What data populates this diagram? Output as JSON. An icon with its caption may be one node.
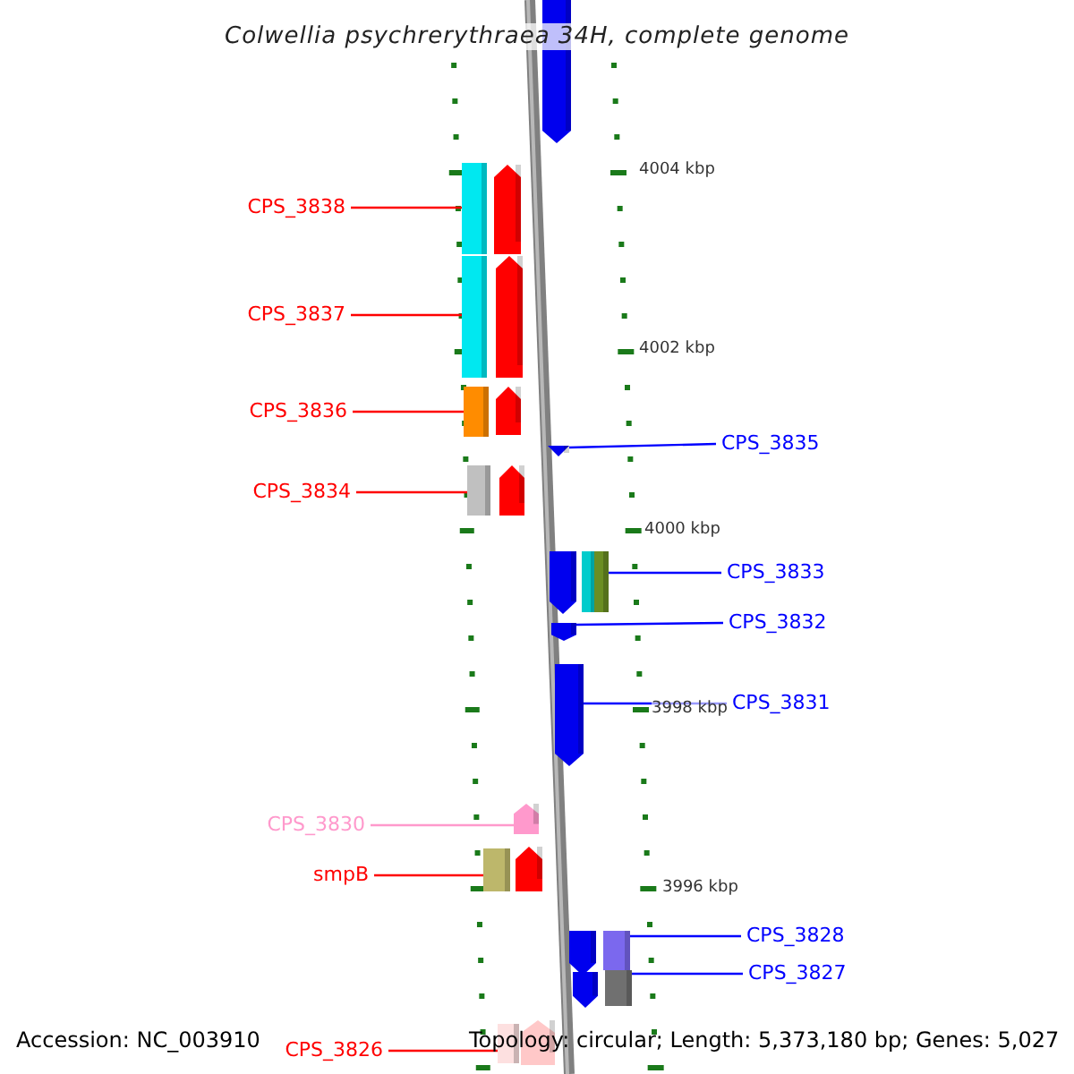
{
  "diagram": {
    "title": "Colwellia psychrerythraea 34H, complete genome",
    "nodes": [
      {
        "text": [],
        "shape": "bar"
      },
      {
        "text": [
          "CPS_3838"
        ]
      },
      {
        "text": [],
        "shape": "bar"
      },
      {
        "text": [
          "CPS_3837"
        ]
      },
      {
        "text": [],
        "shape": "bar"
      },
      {
        "text": [
          "CPS_3836"
        ]
      },
      {
        "text": [],
        "shape": "bar"
      },
      {
        "text": [],
        "shape": "bar"
      },
      {
        "text": [
          "CPS_3835"
        ]
      },
      {
        "text": [
          "CPS_3834"
        ]
      },
      {
        "text": [],
        "shape": "bar"
      },
      {
        "text": [],
        "shape": "bar"
      },
      {
        "text": [
          "CPS_3833"
        ]
      },
      {
        "text": [],
        "shape": "bar"
      },
      {
        "text": [
          "CPS_3832"
        ]
      },
      {
        "text": [],
        "shape": "bar"
      },
      {
        "text": [
          "CPS_3831"
        ]
      },
      {
        "text": [
          "CPS_3830"
        ]
      },
      {
        "text": [],
        "shape": "bar"
      },
      {
        "text": [
          "smpB"
        ]
      },
      {
        "text": [],
        "shape": "bar"
      },
      {
        "text": [],
        "shape": "bar"
      },
      {
        "text": [
          "CPS_3828"
        ]
      },
      {
        "text": [],
        "shape": "bar"
      },
      {
        "text": [
          "CPS_3827"
        ]
      },
      {
        "text": [
          "CPS_3826"
        ]
      },
      {
        "text": [],
        "shape": "bar"
      }
    ],
    "edges": [
      {
        "from": 1,
        "to": 2,
        "arrow": "none",
        "color": "#ff0000"
      },
      {
        "from": 3,
        "to": 4,
        "arrow": "none",
        "color": "#ff0000"
      },
      {
        "from": 5,
        "to": 6,
        "arrow": "none",
        "color": "#ff0000"
      },
      {
        "from": 8,
        "to": 7,
        "arrow": "none",
        "color": "#0000ff"
      },
      {
        "from": 9,
        "to": 10,
        "arrow": "none",
        "color": "#ff0000"
      },
      {
        "from": 12,
        "to": 11,
        "arrow": "none",
        "color": "#0000ff"
      },
      {
        "from": 14,
        "to": 13,
        "arrow": "none",
        "color": "#0000ff"
      },
      {
        "from": 16,
        "to": 15,
        "arrow": "none",
        "color": "#0000ff"
      },
      {
        "from": 17,
        "to": 18,
        "arrow": "none",
        "color": "#ff99cc"
      },
      {
        "from": 19,
        "to": 20,
        "arrow": "none",
        "color": "#ff0000"
      },
      {
        "from": 22,
        "to": 21,
        "arrow": "none",
        "color": "#0000ff"
      },
      {
        "from": 24,
        "to": 23,
        "arrow": "none",
        "color": "#0000ff"
      },
      {
        "from": 25,
        "to": 26,
        "arrow": "none",
        "color": "#ff0000"
      }
    ],
    "labels": [
      "4004 kbp",
      "4002 kbp",
      "4000 kbp",
      "3998 kbp",
      "3996 kbp",
      "Accession: NC_003910",
      "Topology: circular; Length: 5,373,180 bp; Genes: 5,027"
    ]
  }
}
